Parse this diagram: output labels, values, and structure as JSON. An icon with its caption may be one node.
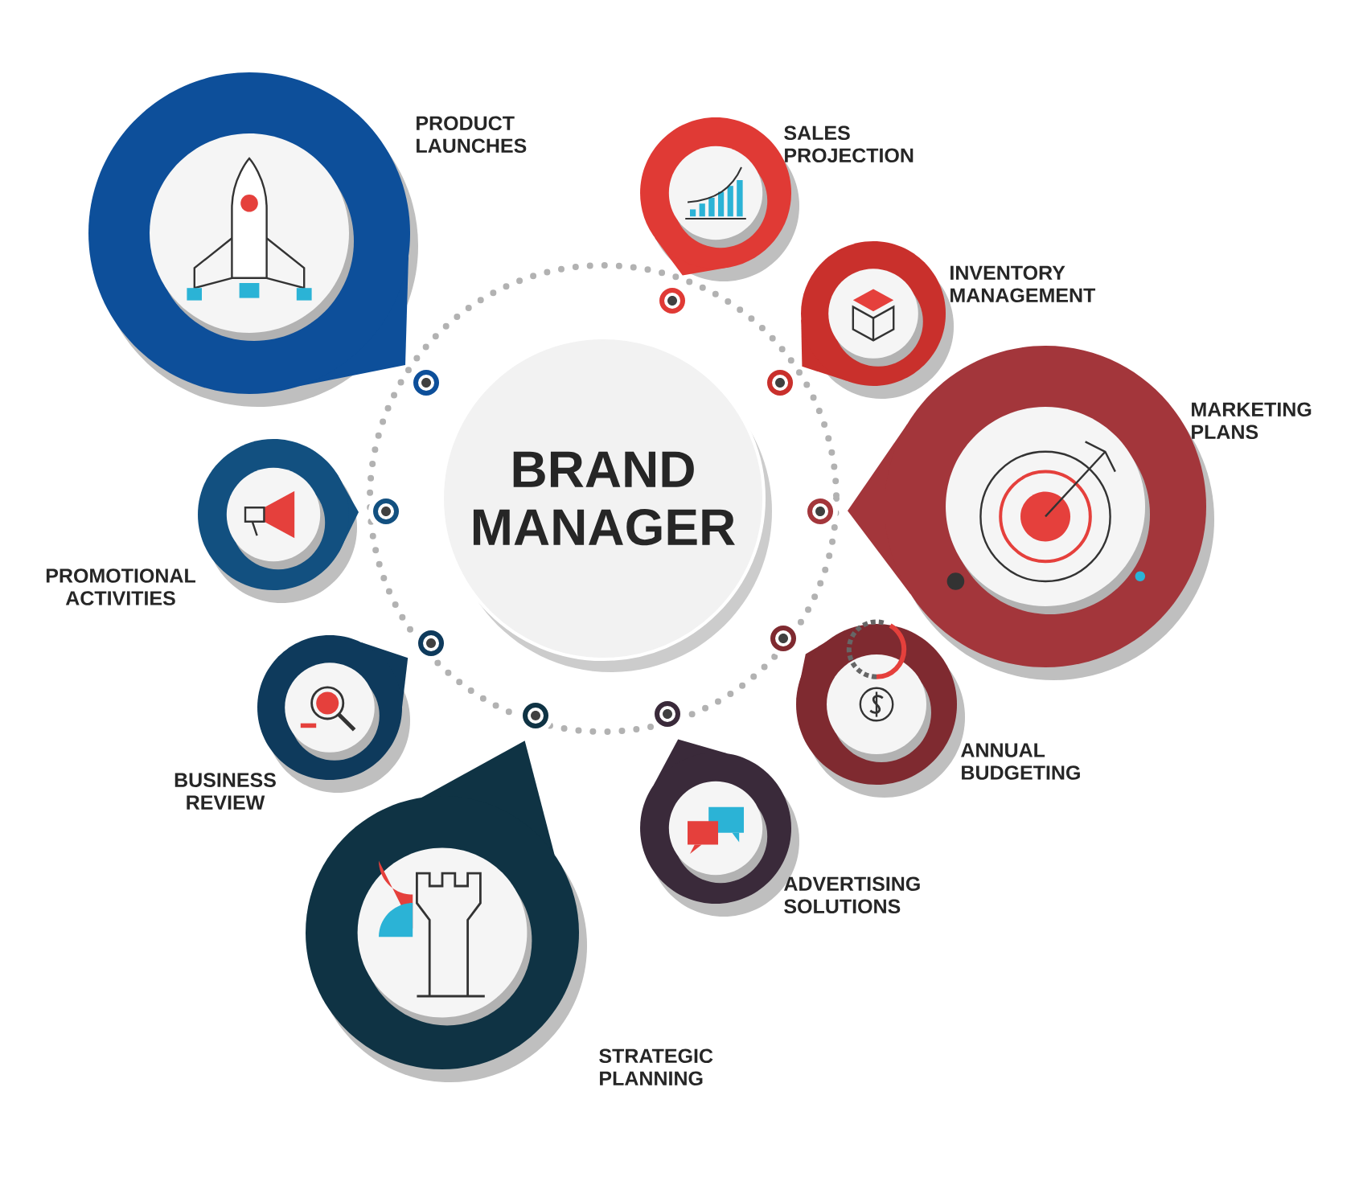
{
  "diagram": {
    "nodes": [
      {
        "text": [
          "BRAND MANAGER"
        ]
      },
      {
        "text": [
          "PRODUCT LAUNCHES"
        ]
      },
      {
        "text": [
          "SALES PROJECTION"
        ]
      },
      {
        "text": [
          "INVENTORY MANAGEMENT"
        ]
      },
      {
        "text": [
          "MARKETING PLANS"
        ]
      },
      {
        "text": [
          "PROMOTIONAL ACTIVITIES"
        ]
      },
      {
        "text": [
          "ANNUAL BUDGETING"
        ]
      },
      {
        "text": [
          "BUSINESS REVIEW"
        ]
      },
      {
        "text": [
          "ADVERTISING SOLUTIONS"
        ]
      },
      {
        "text": [
          "STRATEGIC PLANNING"
        ]
      }
    ]
  }
}
